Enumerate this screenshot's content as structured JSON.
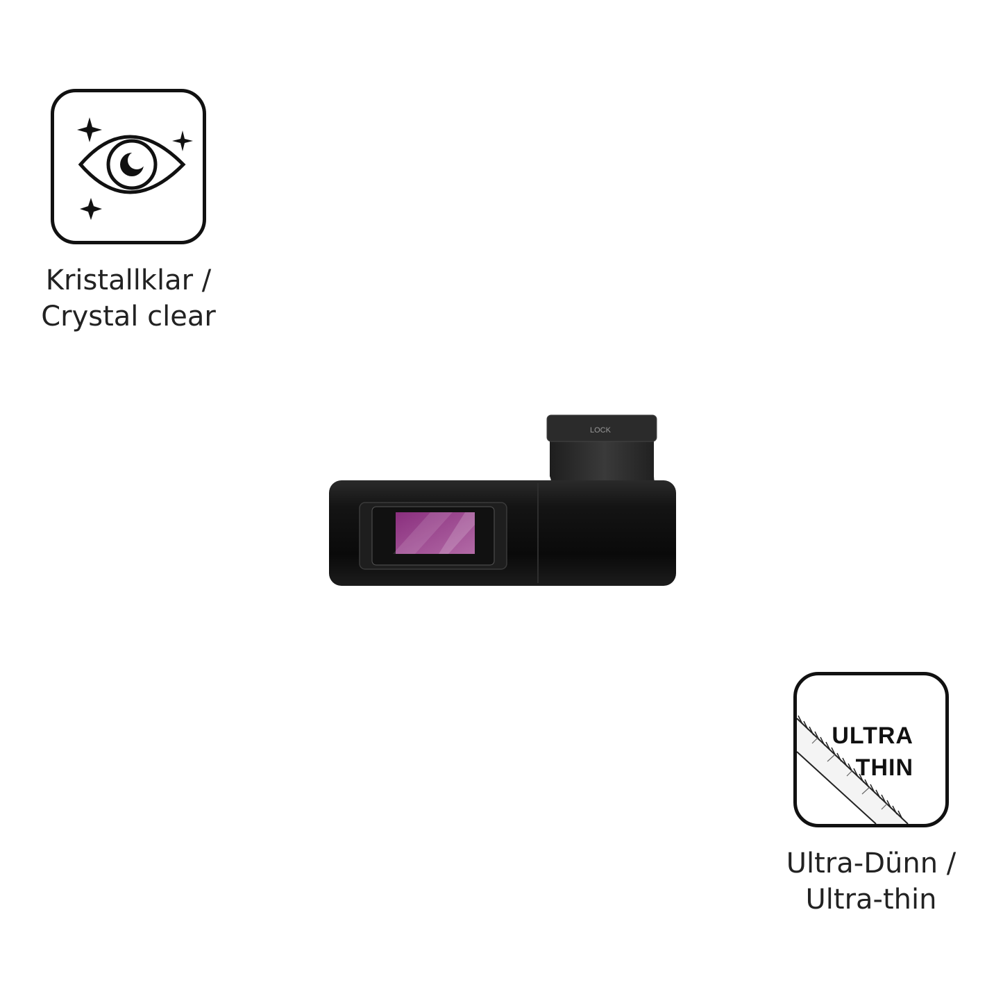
{
  "features": {
    "left": {
      "icon": "sparkling-eye-icon",
      "caption_line1": "Kristallklar /",
      "caption_line2": "Crystal clear"
    },
    "right": {
      "icon": "ruler-ultra-thin-icon",
      "icon_text_line1": "ULTRA",
      "icon_text_line2": "THIN",
      "caption_line1": "Ultra-Dünn /",
      "caption_line2": "Ultra-thin"
    }
  },
  "product": {
    "image": "dashcam-with-screen-protector",
    "mount_label": "LOCK",
    "screen_color": "#8a2f7e"
  }
}
